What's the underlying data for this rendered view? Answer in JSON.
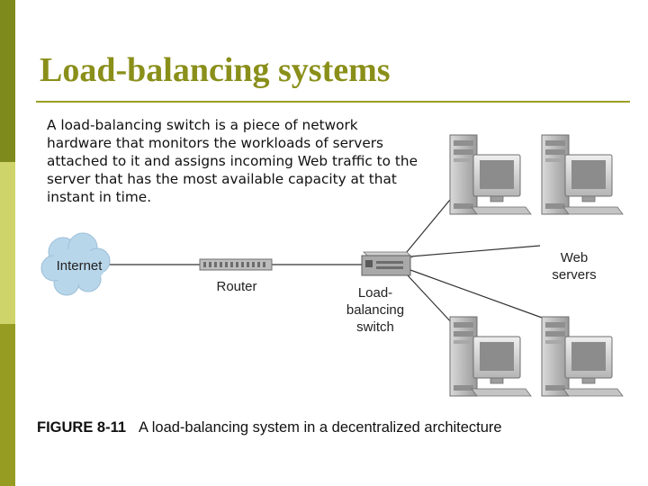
{
  "slide": {
    "title": "Load-balancing systems",
    "body": "A load-balancing switch is a piece of network hardware that monitors the workloads of servers attached to it and assigns incoming Web traffic to the server that has the most available capacity at that instant in time."
  },
  "diagram": {
    "internet_label": "Internet",
    "router_label": "Router",
    "switch_label_lines": [
      "Load-",
      "balancing",
      "switch"
    ],
    "servers_label_lines": [
      "Web",
      "servers"
    ]
  },
  "figure": {
    "number": "FIGURE 8-11",
    "caption": "A load-balancing system in a decentralized architecture"
  },
  "colors": {
    "accent": "#8a8f1a",
    "sidebar_dark": "#7e8a1c",
    "sidebar_light": "#cfd46a",
    "cloud": "#b8d6ea"
  }
}
